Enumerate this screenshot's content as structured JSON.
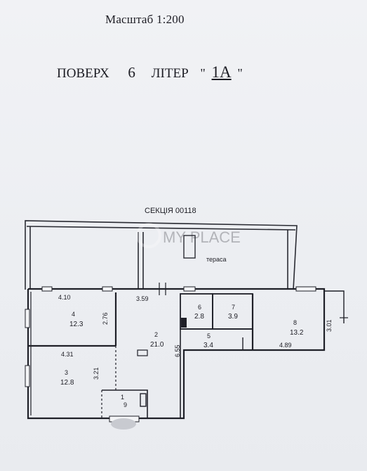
{
  "header": {
    "scale": "Масштаб 1:200",
    "floor_word": "ПОВЕРХ",
    "floor_number": "6",
    "letter_word": "ЛІТЕР",
    "letter_open_quote": "\"",
    "letter_code": "1А",
    "letter_close_quote": "\""
  },
  "plan": {
    "section_label": "СЕКЦІЯ 00118",
    "terrace_label": "тераса",
    "watermark": "MY PLACE",
    "dimensions": {
      "d410": "4.10",
      "d359": "3.59",
      "d276": "2.76",
      "d431": "4.31",
      "d321": "3.21",
      "d655": "6.55",
      "d489": "4.89",
      "d301": "3.01"
    },
    "rooms": [
      {
        "num": "4",
        "area": "12.3"
      },
      {
        "num": "2",
        "area": "21.0"
      },
      {
        "num": "6",
        "area": "2.8"
      },
      {
        "num": "7",
        "area": "3.9"
      },
      {
        "num": "8",
        "area": "13.2"
      },
      {
        "num": "5",
        "area": "3.4"
      },
      {
        "num": "3",
        "area": "12.8"
      },
      {
        "num": "1",
        "area": "9"
      }
    ]
  }
}
